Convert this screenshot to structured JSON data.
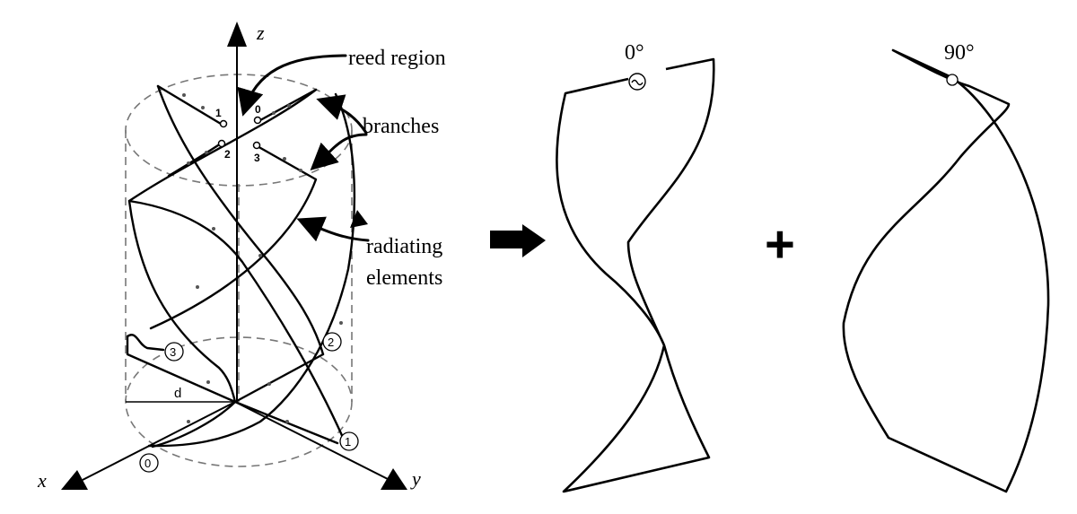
{
  "axes": {
    "z": "z",
    "x": "x",
    "y": "y"
  },
  "callouts": {
    "reed_region": "reed region",
    "branches": "branches",
    "radiating_line1": "radiating",
    "radiating_line2": "elements"
  },
  "dimension": "d",
  "feed_numbers": [
    "0",
    "1",
    "2",
    "3"
  ],
  "circled_numbers": [
    "0",
    "1",
    "2",
    "3"
  ],
  "phase_labels": {
    "left": "0°",
    "right": "90°"
  },
  "plus_sign": "+",
  "colors": {
    "ink": "#000000",
    "dash": "#777777",
    "background": "#ffffff"
  }
}
